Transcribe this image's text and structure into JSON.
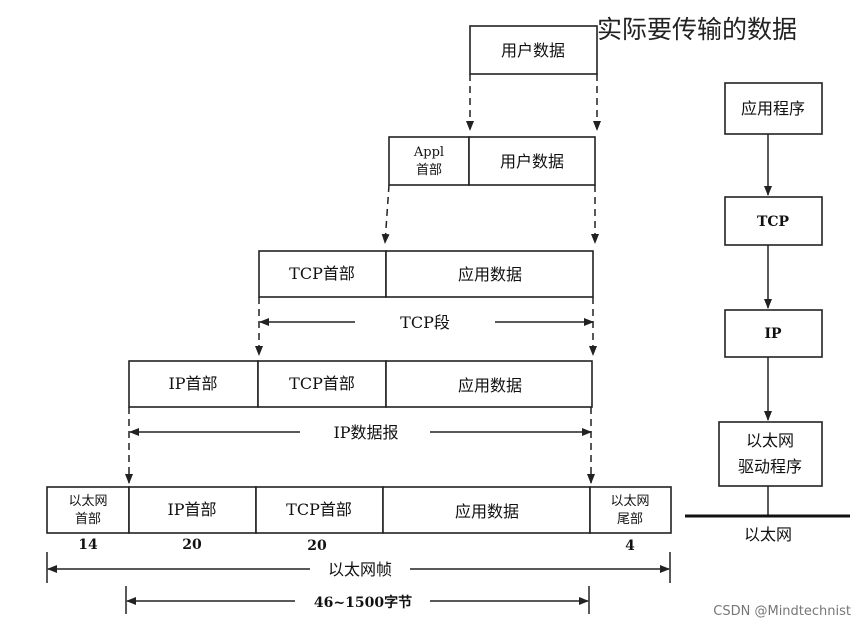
{
  "title": "实际要传输的数据",
  "layers": {
    "app_data_row": {
      "user_data": "用户数据"
    },
    "app_row": {
      "appl_header_line1": "Appl",
      "appl_header_line2": "首部",
      "user_data": "用户数据"
    },
    "tcp_row": {
      "tcp_header": "TCP首部",
      "app_data": "应用数据",
      "segment_label": "TCP段"
    },
    "ip_row": {
      "ip_header": "IP首部",
      "tcp_header": "TCP首部",
      "app_data": "应用数据",
      "datagram_label": "IP数据报"
    },
    "eth_row": {
      "eth_header_line1": "以太网",
      "eth_header_line2": "首部",
      "ip_header": "IP首部",
      "tcp_header": "TCP首部",
      "app_data": "应用数据",
      "eth_trailer_line1": "以太网",
      "eth_trailer_line2": "尾部",
      "size_eth_header": "14",
      "size_ip_header": "20",
      "size_tcp_header": "20",
      "size_eth_trailer": "4",
      "frame_label": "以太网帧",
      "payload_label": "46~1500字节"
    }
  },
  "stack": {
    "application": "应用程序",
    "tcp": "TCP",
    "ip": "IP",
    "driver_line1": "以太网",
    "driver_line2": "驱动程序",
    "medium": "以太网"
  },
  "watermark": "CSDN @Mindtechnist"
}
